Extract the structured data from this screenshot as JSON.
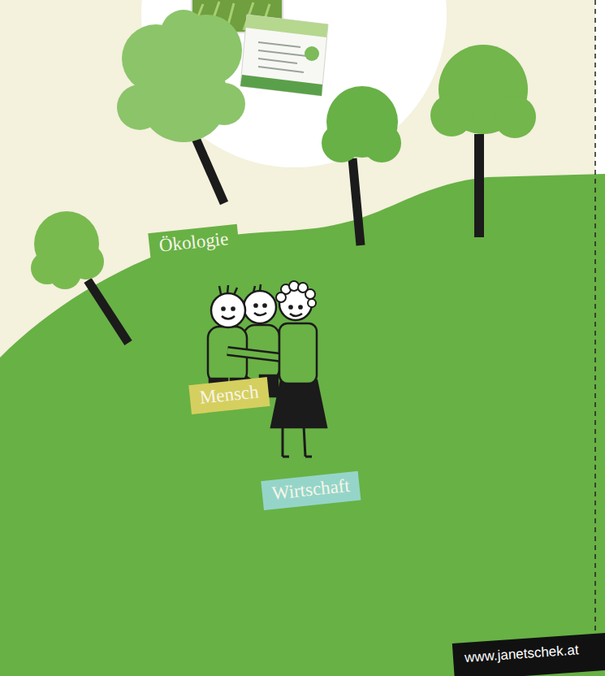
{
  "diagram": {
    "nodes": [
      {
        "text": [
          "Ökologie"
        ]
      },
      {
        "text": [
          "Mensch"
        ],
        "in": 0
      },
      {
        "text": [
          "Wirtschaft"
        ],
        "in": 1
      },
      {
        "text": [
          "www.janetschek.at"
        ]
      }
    ]
  }
}
